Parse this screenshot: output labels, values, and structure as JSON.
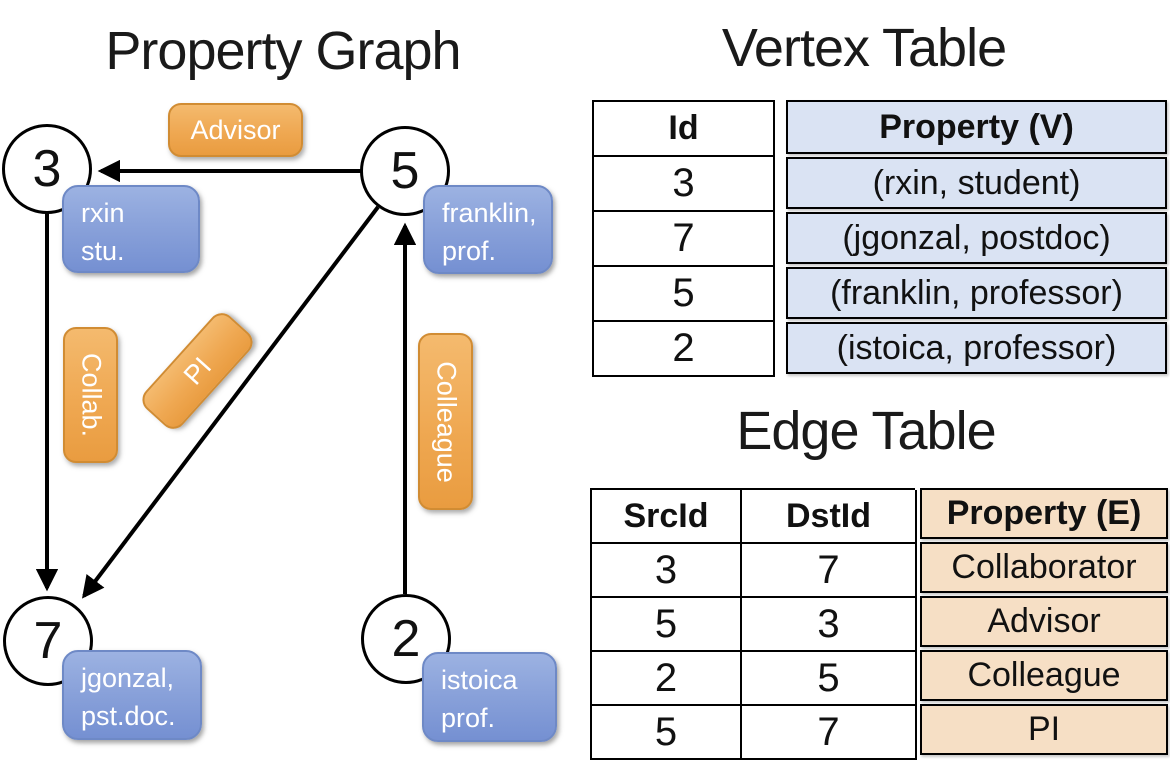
{
  "graph": {
    "title": "Property Graph",
    "nodes": [
      {
        "id": "3",
        "line1": "rxin",
        "line2": "stu."
      },
      {
        "id": "5",
        "line1": "franklin,",
        "line2": "prof."
      },
      {
        "id": "7",
        "line1": "jgonzal,",
        "line2": "pst.doc."
      },
      {
        "id": "2",
        "line1": "istoica",
        "line2": "prof."
      }
    ],
    "edges": [
      {
        "label": "Advisor"
      },
      {
        "label": "Collab."
      },
      {
        "label": "PI"
      },
      {
        "label": "Colleague"
      }
    ]
  },
  "vertex_table": {
    "title": "Vertex Table",
    "col_id": "Id",
    "col_prop": "Property (V)",
    "rows": [
      {
        "id": "3",
        "prop": "(rxin, student)"
      },
      {
        "id": "7",
        "prop": "(jgonzal, postdoc)"
      },
      {
        "id": "5",
        "prop": "(franklin, professor)"
      },
      {
        "id": "2",
        "prop": "(istoica, professor)"
      }
    ]
  },
  "edge_table": {
    "title": "Edge Table",
    "col_src": "SrcId",
    "col_dst": "DstId",
    "col_prop": "Property (E)",
    "rows": [
      {
        "src": "3",
        "dst": "7",
        "prop": "Collaborator"
      },
      {
        "src": "5",
        "dst": "3",
        "prop": "Advisor"
      },
      {
        "src": "2",
        "dst": "5",
        "prop": "Colleague"
      },
      {
        "src": "5",
        "dst": "7",
        "prop": "PI"
      }
    ]
  },
  "colors": {
    "edge_label_orange_top": "#f4ba6e",
    "edge_label_orange_bottom": "#e99c40",
    "vertex_label_blue_top": "#9cb2e2",
    "vertex_label_blue_bottom": "#7590d2",
    "vertex_cell_bg": "#dae3f3",
    "edge_cell_bg": "#f6dfc5",
    "line_color": "#000000"
  }
}
